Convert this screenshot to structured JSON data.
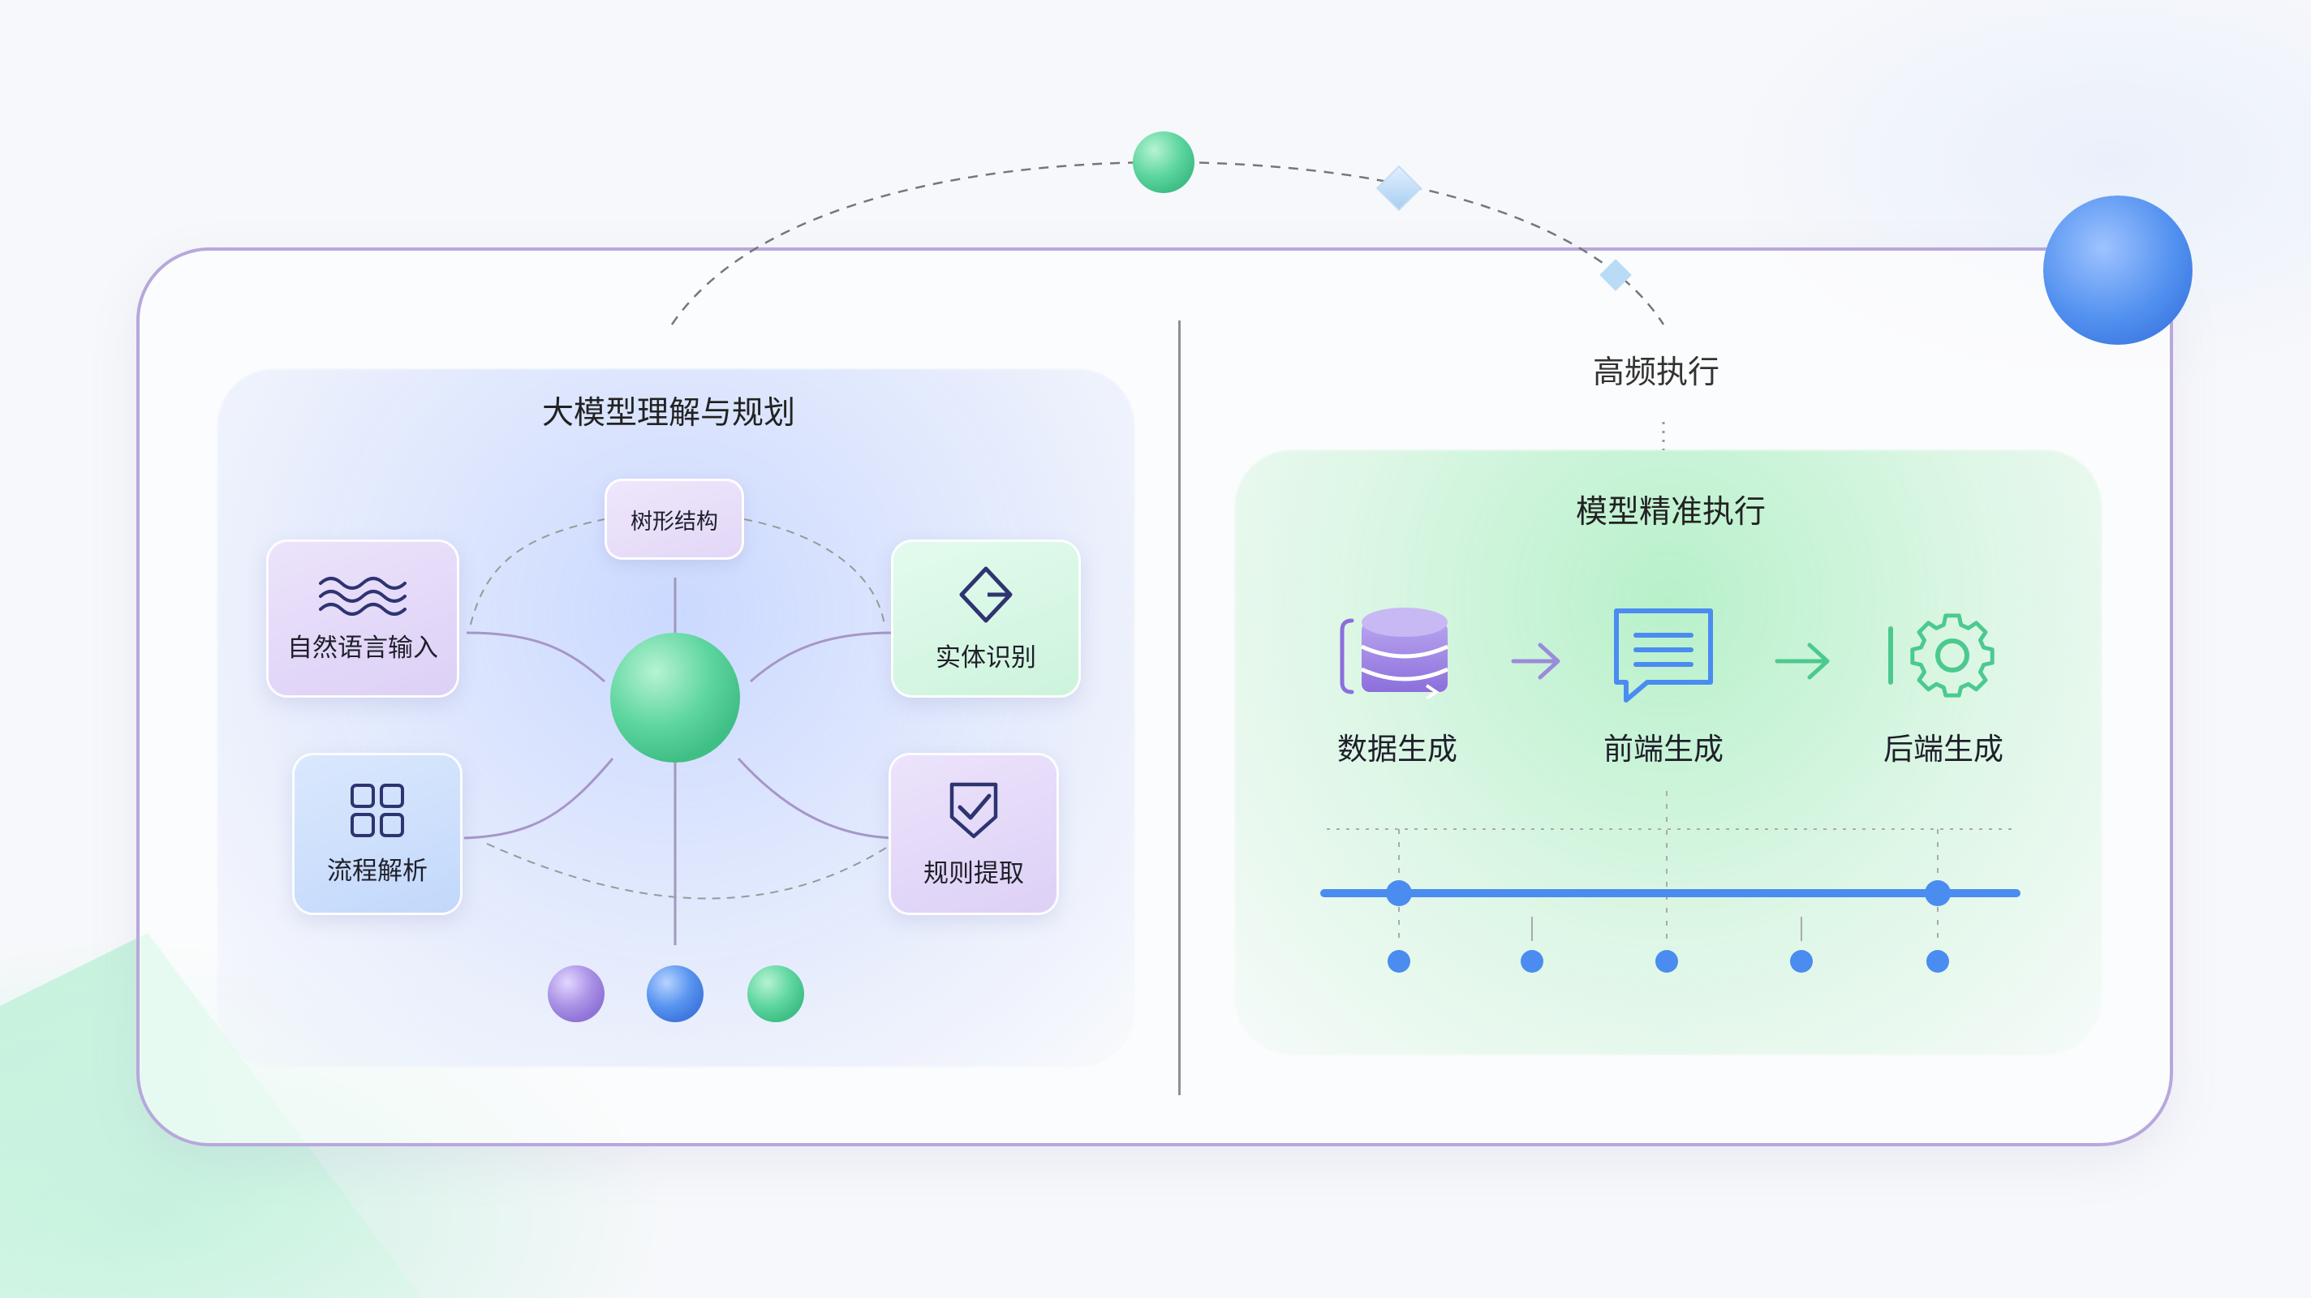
{
  "left": {
    "title": "大模型理解与规划",
    "top_node": "树形结构",
    "nodes": {
      "natural_language_input": "自然语言输入",
      "entity_recognition": "实体识别",
      "process_parsing": "流程解析",
      "rule_extraction": "规则提取"
    }
  },
  "right": {
    "outer_label": "高频执行",
    "title": "模型精准执行",
    "steps": [
      {
        "label": "数据生成",
        "icon": "database-icon"
      },
      {
        "label": "前端生成",
        "icon": "document-icon"
      },
      {
        "label": "后端生成",
        "icon": "gear-icon"
      }
    ]
  },
  "colors": {
    "card_border": "#b8a7dc",
    "green": "#5fd6a0",
    "blue": "#4a8cf0",
    "purple": "#a98fe4",
    "timeline": "#4a8cf0"
  }
}
